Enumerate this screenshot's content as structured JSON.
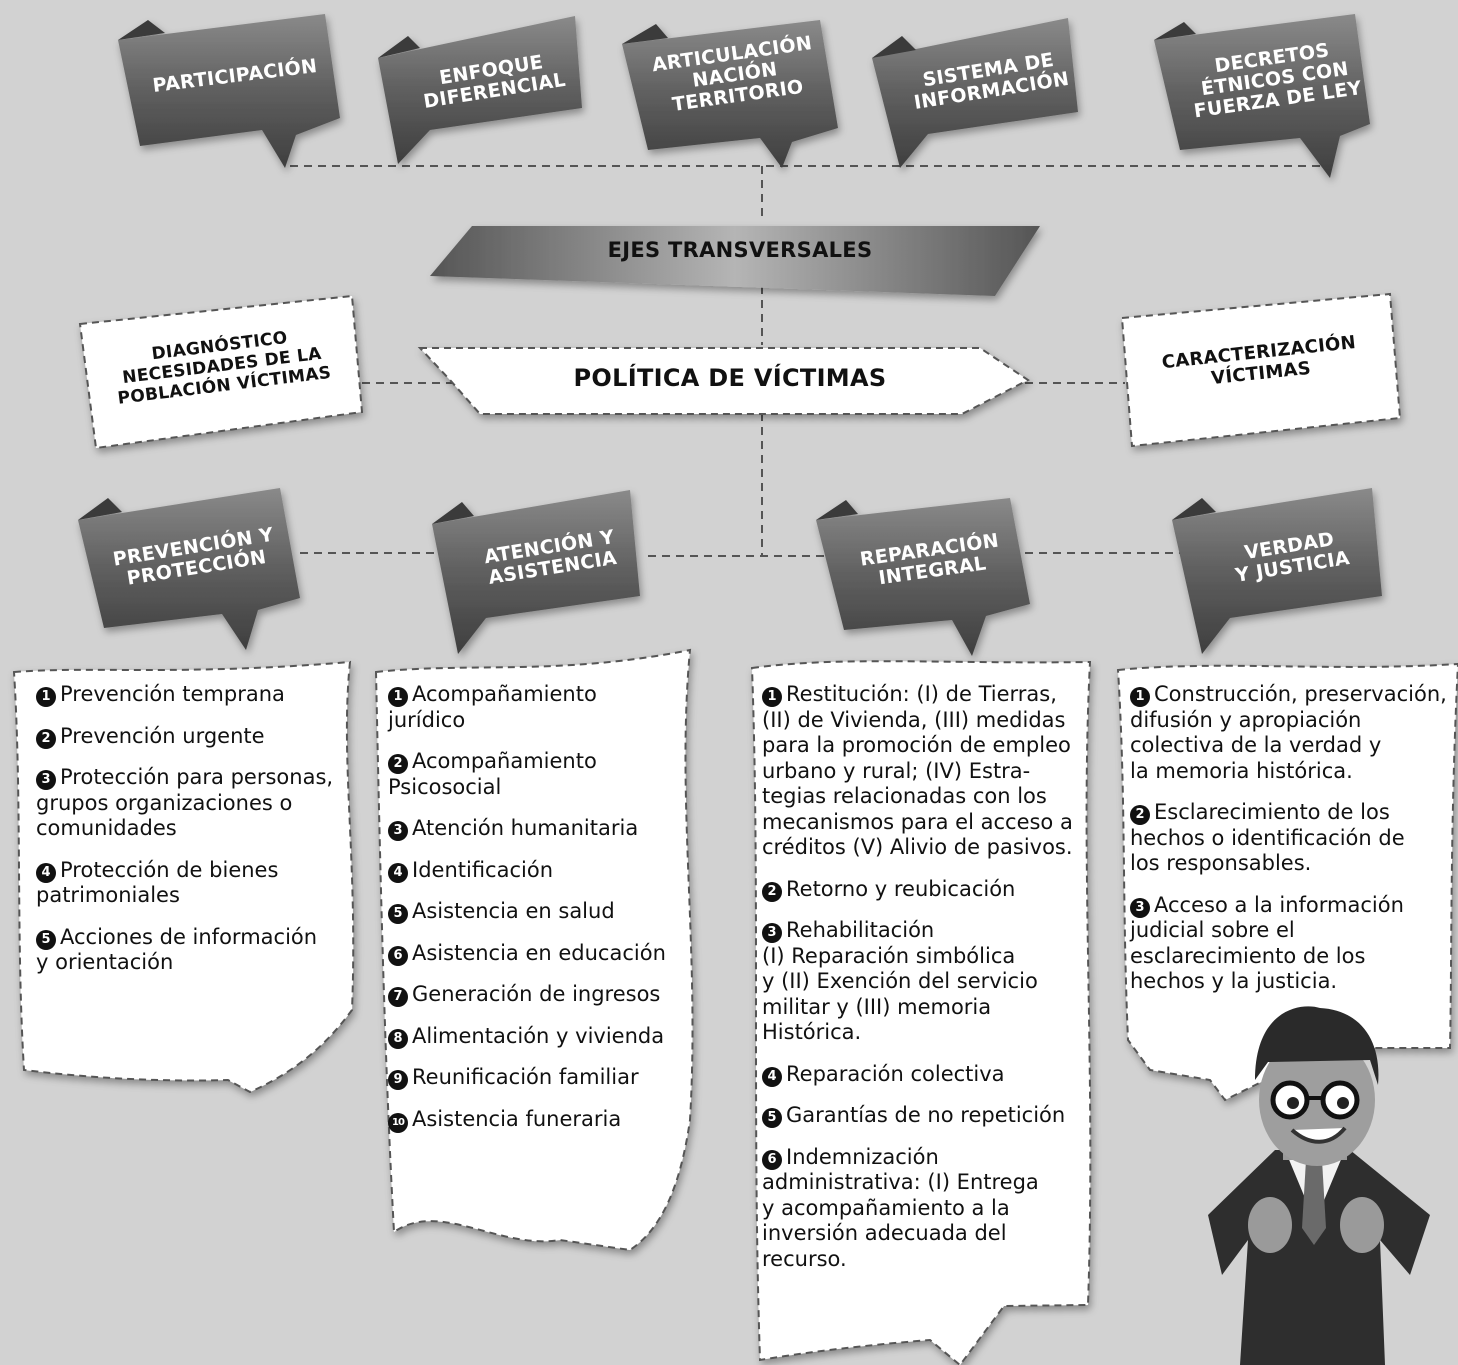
{
  "ejes": [
    "PARTICIPACIÓN",
    "ENFOQUE\nDIFERENCIAL",
    "ARTICULACIÓN\nNACIÓN\nTERRITORIO",
    "SISTEMA DE\nINFORMACIÓN",
    "DECRETOS\nÉTNICOS CON\nFUERZA DE LEY"
  ],
  "ejes_transversales": "EJES TRANSVERSALES",
  "diagnostico": "DIAGNÓSTICO\nNECESIDADES DE LA\nPOBLACIÓN VÍCTIMAS",
  "politica": "POLÍTICA DE VÍCTIMAS",
  "caracterizacion": "CARACTERIZACIÓN\nVÍCTIMAS",
  "componentes": [
    "PREVENCIÓN Y\nPROTECCIÓN",
    "ATENCIÓN Y\nASISTENCIA",
    "REPARACIÓN\nINTEGRAL",
    "VERDAD\nY JUSTICIA"
  ],
  "prevencion_items": [
    {
      "n": "1",
      "text": "Prevención temprana"
    },
    {
      "n": "2",
      "text": "Prevención urgente"
    },
    {
      "n": "3",
      "text": "Protección para personas,\ngrupos organizaciones o\ncomunidades"
    },
    {
      "n": "4",
      "text": "Protección de bienes\npatrimoniales"
    },
    {
      "n": "5",
      "text": "Acciones de información\ny orientación"
    }
  ],
  "atencion_items": [
    {
      "n": "1",
      "text": "Acompañamiento\njurídico"
    },
    {
      "n": "2",
      "text": "Acompañamiento\nPsicosocial"
    },
    {
      "n": "3",
      "text": "Atención humanitaria"
    },
    {
      "n": "4",
      "text": "Identificación"
    },
    {
      "n": "5",
      "text": "Asistencia en salud"
    },
    {
      "n": "6",
      "text": "Asistencia en educación"
    },
    {
      "n": "7",
      "text": "Generación de ingresos"
    },
    {
      "n": "8",
      "text": "Alimentación y vivienda"
    },
    {
      "n": "9",
      "text": "Reunificación familiar"
    },
    {
      "n": "10",
      "text": "Asistencia funeraria"
    }
  ],
  "reparacion_items": [
    {
      "n": "1",
      "text": "Restitución: (I) de Tierras,\n(II) de Vivienda, (III) medidas\npara la promoción de empleo\nurbano y rural; (IV) Estra-\ntegias relacionadas con los\nmecanismos para el acceso a\ncréditos (V) Alivio de pasivos."
    },
    {
      "n": "2",
      "text": "Retorno y reubicación"
    },
    {
      "n": "3",
      "text": "Rehabilitación\n(I) Reparación simbólica\ny (II) Exención del servicio\nmilitar y (III) memoria\nHistórica."
    },
    {
      "n": "4",
      "text": "Reparación colectiva"
    },
    {
      "n": "5",
      "text": "Garantías de no repetición"
    },
    {
      "n": "6",
      "text": "Indemnización\nadministrativa: (I) Entrega\ny acompañamiento a la\ninversión adecuada del\nrecurso."
    }
  ],
  "verdad_items": [
    {
      "n": "1",
      "text": "Construcción, preservación,\ndifusión y apropiación\ncolectiva de la verdad y\nla memoria histórica."
    },
    {
      "n": "2",
      "text": "Esclarecimiento de los\nhechos o identificación de\nlos responsables."
    },
    {
      "n": "3",
      "text": "Acceso a la información\njudicial sobre el\nesclarecimiento de los\nhechos y la justicia."
    }
  ]
}
